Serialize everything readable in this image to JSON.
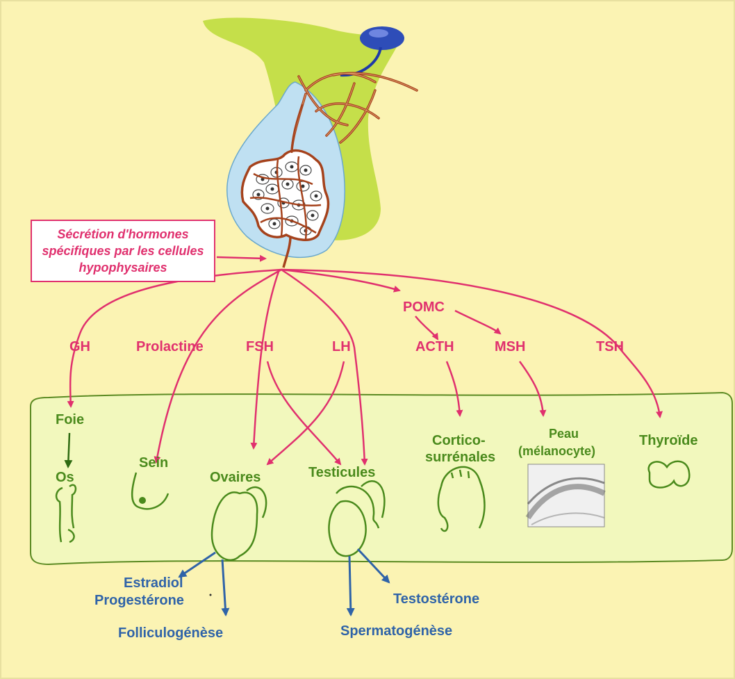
{
  "colors": {
    "background": "#fbf3b3",
    "pituitary_green": "#c5df4a",
    "pituitary_blue": "#bfe0f2",
    "vessel": "#a5421c",
    "hormone_pink": "#e0306e",
    "organ_green": "#4a8a1c",
    "product_blue": "#2f63a8"
  },
  "note": {
    "line1": "Sécrétion d'hormones",
    "line2": "spécifiques par les cellules",
    "line3": "hypophysaires"
  },
  "hormones": {
    "gh": "GH",
    "prolactine": "Prolactine",
    "fsh": "FSH",
    "lh": "LH",
    "pomc": "POMC",
    "acth": "ACTH",
    "msh": "MSH",
    "tsh": "TSH"
  },
  "organs": {
    "foie": "Foie",
    "os": "Os",
    "sein": "Sein",
    "ovaires": "Ovaires",
    "testicules": "Testicules",
    "cortico_1": "Cortico-",
    "cortico_2": "surrénales",
    "peau_1": "Peau",
    "peau_2": "(mélanocyte)",
    "thyroide": "Thyroïde"
  },
  "products": {
    "estradiol": "Estradiol",
    "progesterone": "Progestérone",
    "folliculogenese": "Folliculogénèse",
    "testosterone": "Testostérone",
    "spermatogenese": "Spermatogénèse"
  }
}
